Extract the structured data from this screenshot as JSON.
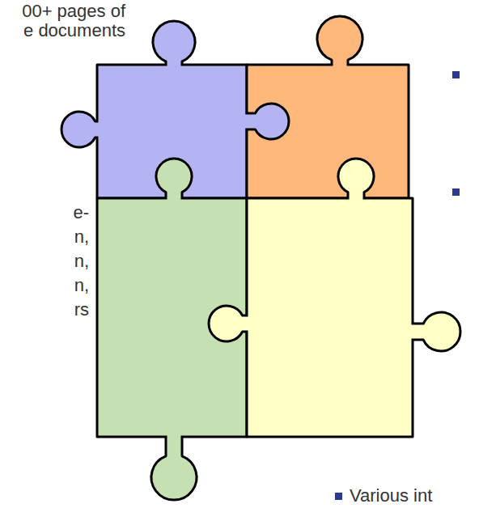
{
  "diagram": {
    "labels": [
      "00+ pages of",
      "e documents",
      "e-",
      "n,",
      "n,",
      "n,",
      "rs",
      "Various int"
    ]
  }
}
